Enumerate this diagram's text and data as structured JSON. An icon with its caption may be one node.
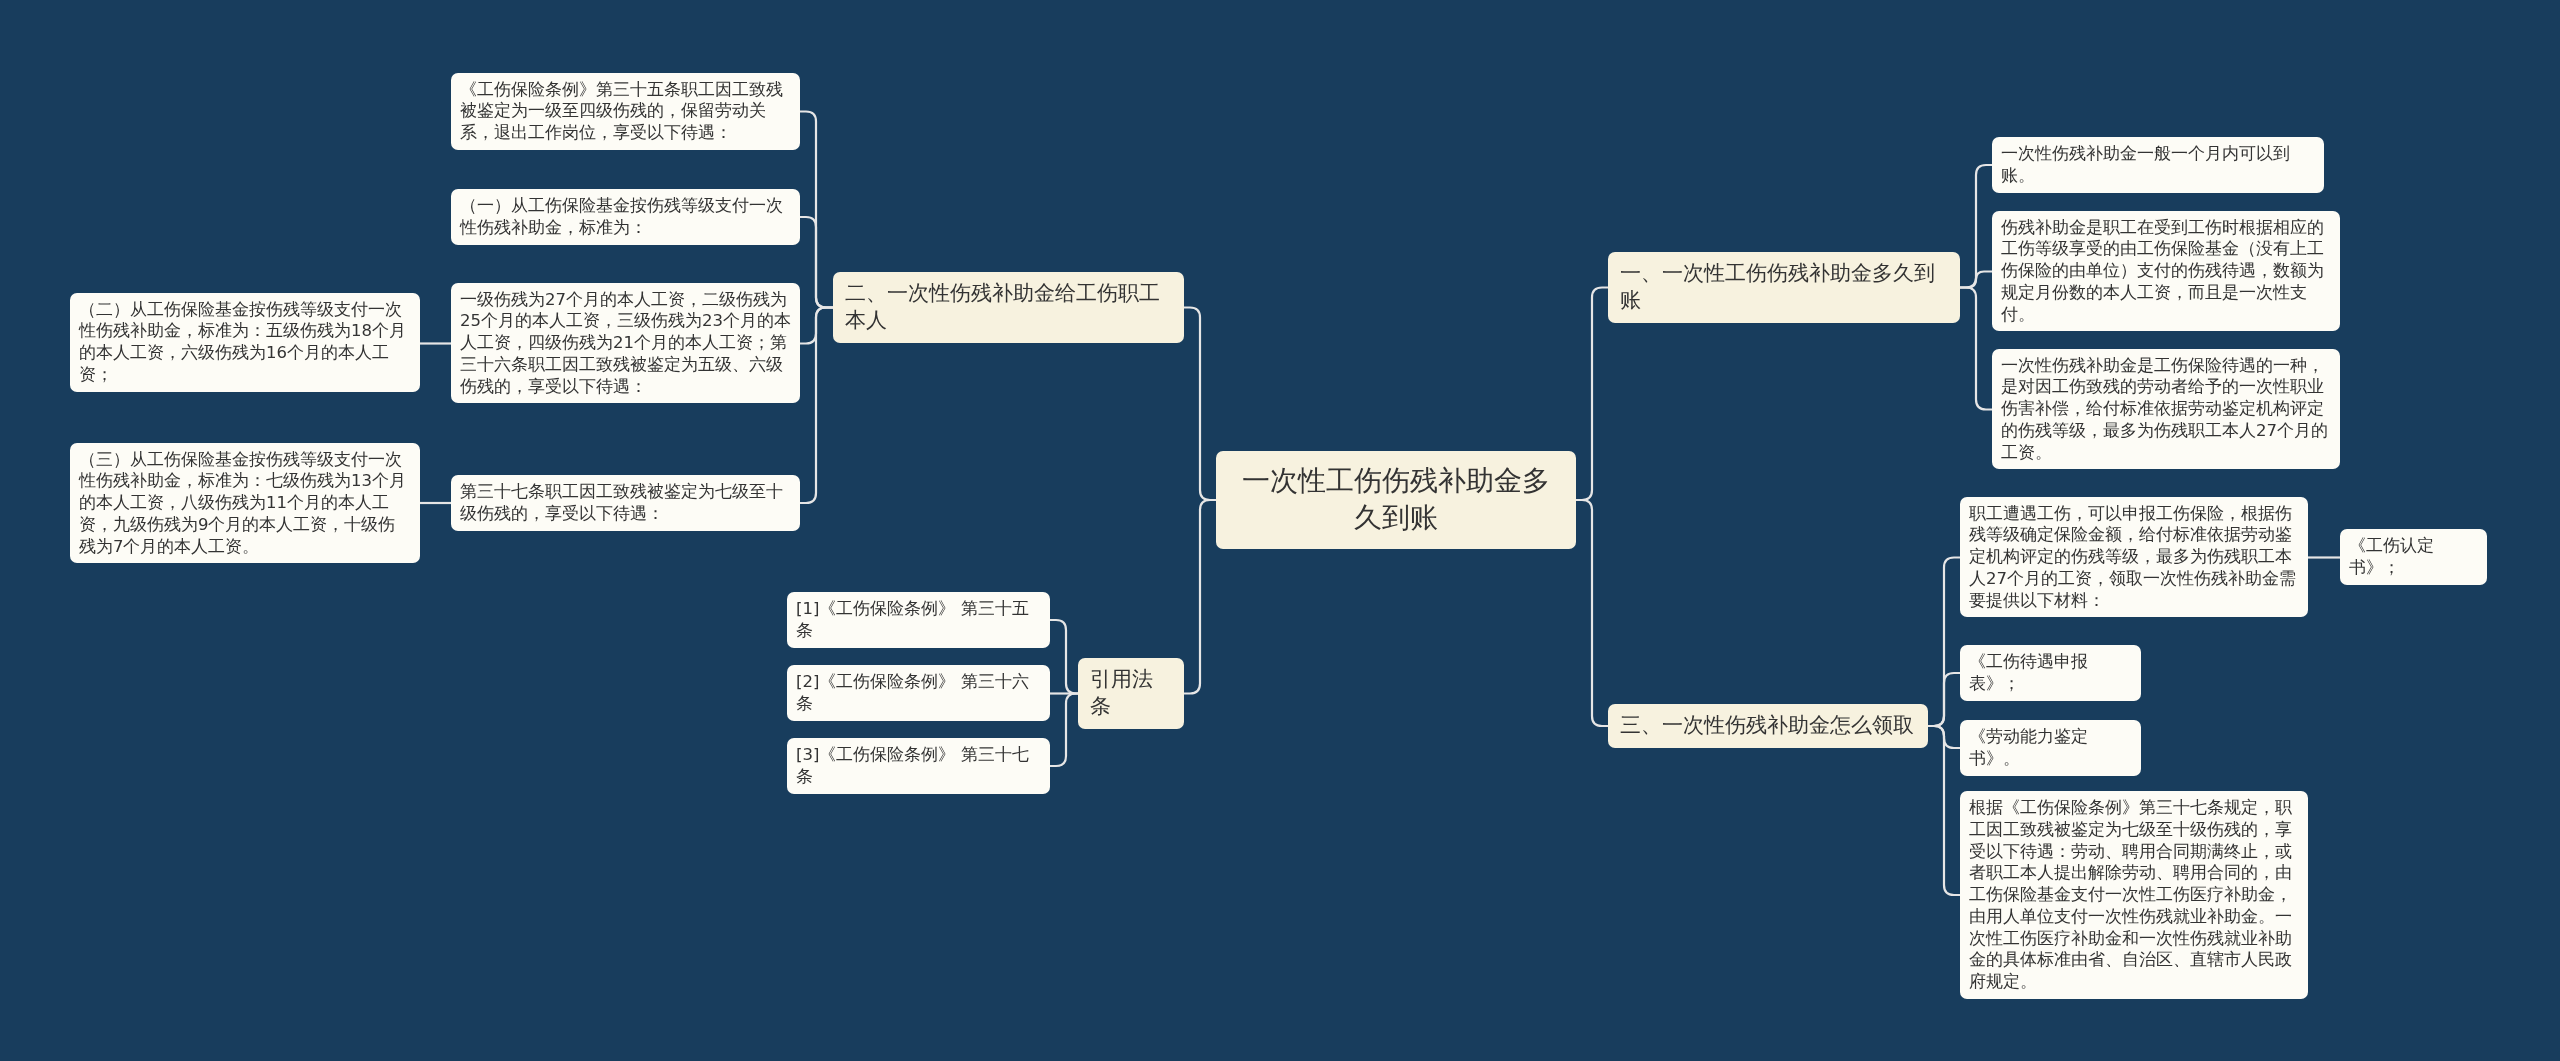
{
  "diagram": {
    "nodes": [
      {
        "text": [
          "一次性工伤伤残补助金多久到账"
        ]
      },
      {
        "text": [
          "一、一次性工伤伤残补助金多久到账"
        ]
      },
      {
        "text": [
          "一次性伤残补助金一般一个月内可以到账。"
        ]
      },
      {
        "text": [
          "伤残补助金是职工在受到工伤时根据相应的工伤等级享受的由工伤保险基金（没有上工伤保险的由单位）支付的伤残待遇，数额为规定月份数的本人工资，而且是一次性支付。"
        ]
      },
      {
        "text": [
          "一次性伤残补助金是工伤保险待遇的一种，是对因工伤致残的劳动者给予的一次性职业伤害补偿，给付标准依据劳动鉴定机构评定的伤残等级，最多为伤残职工本人27个月的工资。"
        ]
      },
      {
        "text": [
          "三、一次性伤残补助金怎么领取"
        ]
      },
      {
        "text": [
          "职工遭遇工伤，可以申报工伤保险，根据伤残等级确定保险金额，给付标准依据劳动鉴定机构评定的伤残等级，最多为伤残职工本人27个月的工资，领取一次性伤残补助金需要提供以下材料："
        ]
      },
      {
        "text": [
          "《工伤认定书》；"
        ]
      },
      {
        "text": [
          "《工伤待遇申报表》；"
        ]
      },
      {
        "text": [
          "《劳动能力鉴定书》。"
        ]
      },
      {
        "text": [
          "根据《工伤保险条例》第三十七条规定，职工因工致残被鉴定为七级至十级伤残的，享受以下待遇：劳动、聘用合同期满终止，或者职工本人提出解除劳动、聘用合同的，由工伤保险基金支付一次性工伤医疗补助金，由用人单位支付一次性伤残就业补助金。一次性工伤医疗补助金和一次性伤残就业补助金的具体标准由省、自治区、直辖市人民政府规定。"
        ]
      },
      {
        "text": [
          "二、一次性伤残补助金给工伤职工本人"
        ]
      },
      {
        "text": [
          "《工伤保险条例》第三十五条职工因工致残被鉴定为一级至四级伤残的，保留劳动关系，退出工作岗位，享受以下待遇："
        ]
      },
      {
        "text": [
          "（一）从工伤保险基金按伤残等级支付一次性伤残补助金，标准为："
        ]
      },
      {
        "text": [
          "一级伤残为27个月的本人工资，二级伤残为25个月的本人工资，三级伤残为23个月的本人工资，四级伤残为21个月的本人工资；第三十六条职工因工致残被鉴定为五级、六级伤残的，享受以下待遇："
        ]
      },
      {
        "text": [
          "（二）从工伤保险基金按伤残等级支付一次性伤残补助金，标准为：五级伤残为18个月的本人工资，六级伤残为16个月的本人工资；"
        ]
      },
      {
        "text": [
          "第三十七条职工因工致残被鉴定为七级至十级伤残的，享受以下待遇："
        ]
      },
      {
        "text": [
          "（三）从工伤保险基金按伤残等级支付一次性伤残补助金，标准为：七级伤残为13个月的本人工资，八级伤残为11个月的本人工资，九级伤残为9个月的本人工资，十级伤残为7个月的本人工资。"
        ]
      },
      {
        "text": [
          "引用法条"
        ]
      },
      {
        "text": [
          "[1]《工伤保险条例》 第三十五条"
        ]
      },
      {
        "text": [
          "[2]《工伤保险条例》 第三十六条"
        ]
      },
      {
        "text": [
          "[3]《工伤保险条例》 第三十七条"
        ]
      }
    ],
    "edges": [
      {
        "from": 0,
        "to": 1,
        "arrow": "none"
      },
      {
        "from": 1,
        "to": 2,
        "arrow": "none"
      },
      {
        "from": 1,
        "to": 3,
        "arrow": "none"
      },
      {
        "from": 1,
        "to": 4,
        "arrow": "none"
      },
      {
        "from": 0,
        "to": 5,
        "arrow": "none"
      },
      {
        "from": 5,
        "to": 6,
        "arrow": "none"
      },
      {
        "from": 6,
        "to": 7,
        "arrow": "none"
      },
      {
        "from": 5,
        "to": 8,
        "arrow": "none"
      },
      {
        "from": 5,
        "to": 9,
        "arrow": "none"
      },
      {
        "from": 5,
        "to": 10,
        "arrow": "none"
      },
      {
        "from": 0,
        "to": 11,
        "arrow": "none"
      },
      {
        "from": 11,
        "to": 12,
        "arrow": "none"
      },
      {
        "from": 11,
        "to": 13,
        "arrow": "none"
      },
      {
        "from": 11,
        "to": 14,
        "arrow": "none"
      },
      {
        "from": 14,
        "to": 15,
        "arrow": "none"
      },
      {
        "from": 11,
        "to": 16,
        "arrow": "none"
      },
      {
        "from": 16,
        "to": 17,
        "arrow": "none"
      },
      {
        "from": 0,
        "to": 18,
        "arrow": "none"
      },
      {
        "from": 18,
        "to": 19,
        "arrow": "none"
      },
      {
        "from": 18,
        "to": 20,
        "arrow": "none"
      },
      {
        "from": 18,
        "to": 21,
        "arrow": "none"
      }
    ]
  }
}
